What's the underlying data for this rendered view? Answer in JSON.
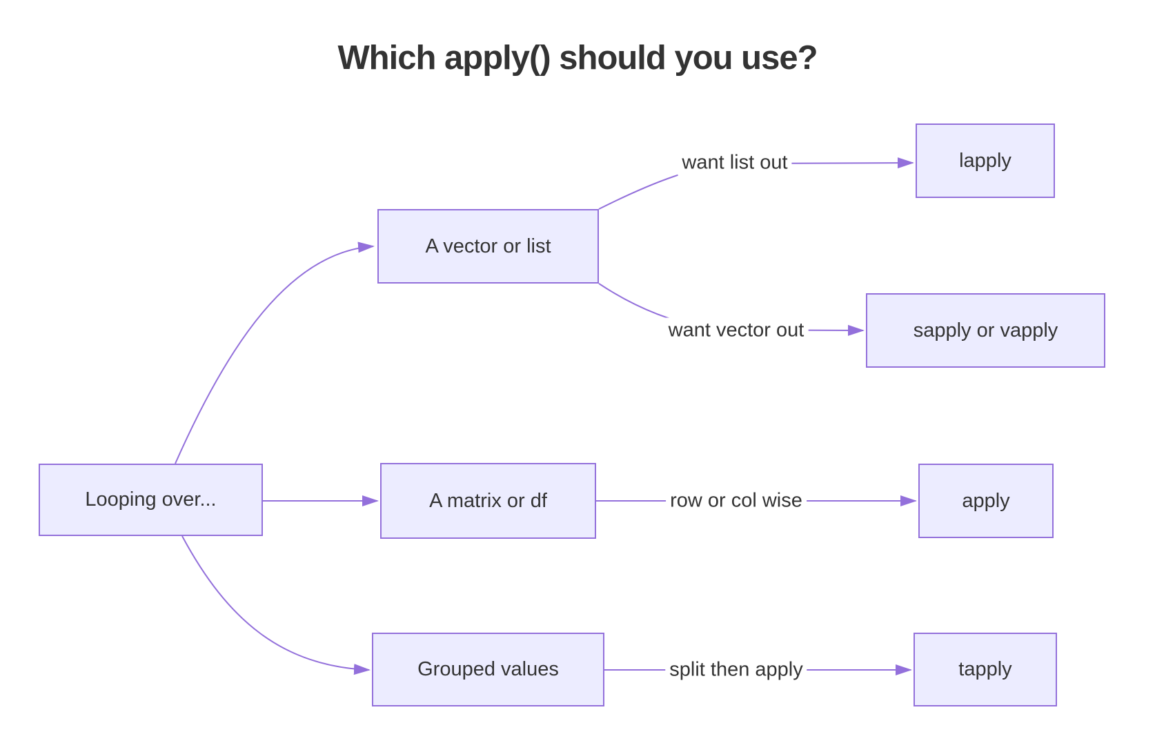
{
  "title": "Which apply() should you use?",
  "colors": {
    "canvas_background": "#FFFFFF",
    "node_fill": "#ECECFF",
    "node_border": "#9370DB",
    "edge_line": "#9370DB",
    "arrowhead": "#9370DB",
    "text": "#333333",
    "title_text": "#333333"
  },
  "diagram": {
    "type": "flowchart-left-to-right",
    "nodes": [
      {
        "id": "looping",
        "label": "Looping over..."
      },
      {
        "id": "vector",
        "label": "A vector or list"
      },
      {
        "id": "lapply",
        "label": "lapply"
      },
      {
        "id": "sapply",
        "label": "sapply or vapply"
      },
      {
        "id": "matrix",
        "label": "A matrix or df"
      },
      {
        "id": "apply",
        "label": "apply"
      },
      {
        "id": "grouped",
        "label": "Grouped values"
      },
      {
        "id": "tapply",
        "label": "tapply"
      }
    ],
    "edges": [
      {
        "from": "Looping over...",
        "to": "A vector or list",
        "label": ""
      },
      {
        "from": "Looping over...",
        "to": "A matrix or df",
        "label": ""
      },
      {
        "from": "Looping over...",
        "to": "Grouped values",
        "label": ""
      },
      {
        "from": "A vector or list",
        "to": "lapply",
        "label": "want list out"
      },
      {
        "from": "A vector or list",
        "to": "sapply or vapply",
        "label": "want vector out"
      },
      {
        "from": "A matrix or df",
        "to": "apply",
        "label": "row or col wise"
      },
      {
        "from": "Grouped values",
        "to": "tapply",
        "label": "split then apply"
      }
    ]
  }
}
